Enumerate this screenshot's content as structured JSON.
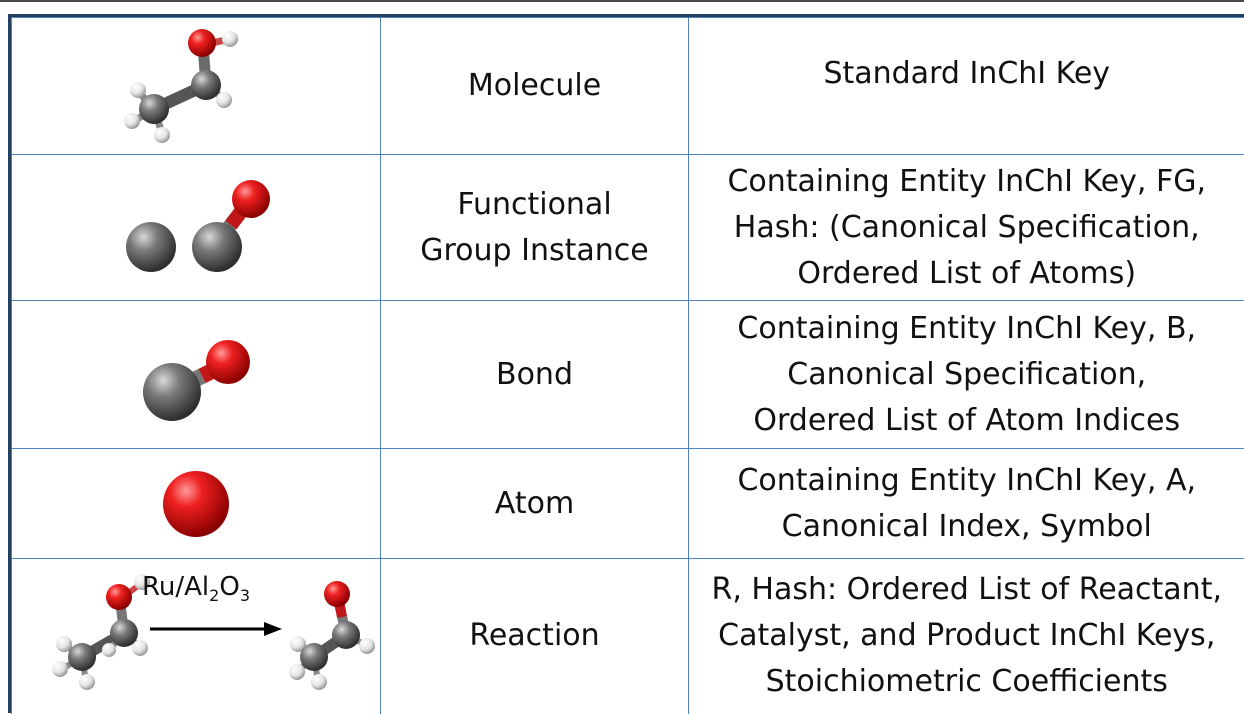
{
  "colors": {
    "oxygen": "#e3141b",
    "carbon": "#6b6b6b",
    "hydrogen": "#f2f2f2",
    "border": "#4f81bd",
    "frame": "#243f60"
  },
  "rows": [
    {
      "entity": "Molecule",
      "entity_lines": [
        "Molecule"
      ],
      "identifier_lines": [
        "Standard InChI Key"
      ],
      "icon": "ethanol-molecule-icon"
    },
    {
      "entity": "Functional Group Instance",
      "entity_lines": [
        "Functional",
        "Group Instance"
      ],
      "identifier_lines": [
        "Containing Entity InChI Key, FG,",
        "Hash: (Canonical Specification,",
        "Ordered List of Atoms)"
      ],
      "icon": "functional-group-icon"
    },
    {
      "entity": "Bond",
      "entity_lines": [
        "Bond"
      ],
      "identifier_lines": [
        "Containing Entity InChI Key, B,",
        "Canonical Specification,",
        "Ordered List of Atom Indices"
      ],
      "icon": "bond-icon"
    },
    {
      "entity": "Atom",
      "entity_lines": [
        "Atom"
      ],
      "identifier_lines": [
        "Containing Entity InChI Key, A,",
        "Canonical Index, Symbol"
      ],
      "icon": "atom-icon"
    },
    {
      "entity": "Reaction",
      "entity_lines": [
        "Reaction"
      ],
      "identifier_lines": [
        "R, Hash: Ordered List of Reactant,",
        "Catalyst, and Product InChI Keys,",
        "Stoichiometric Coefficients"
      ],
      "icon": "reaction-icon"
    }
  ],
  "reaction": {
    "catalyst_prefix": "Ru/Al",
    "catalyst_sub1": "2",
    "catalyst_mid": "O",
    "catalyst_sub2": "3"
  }
}
